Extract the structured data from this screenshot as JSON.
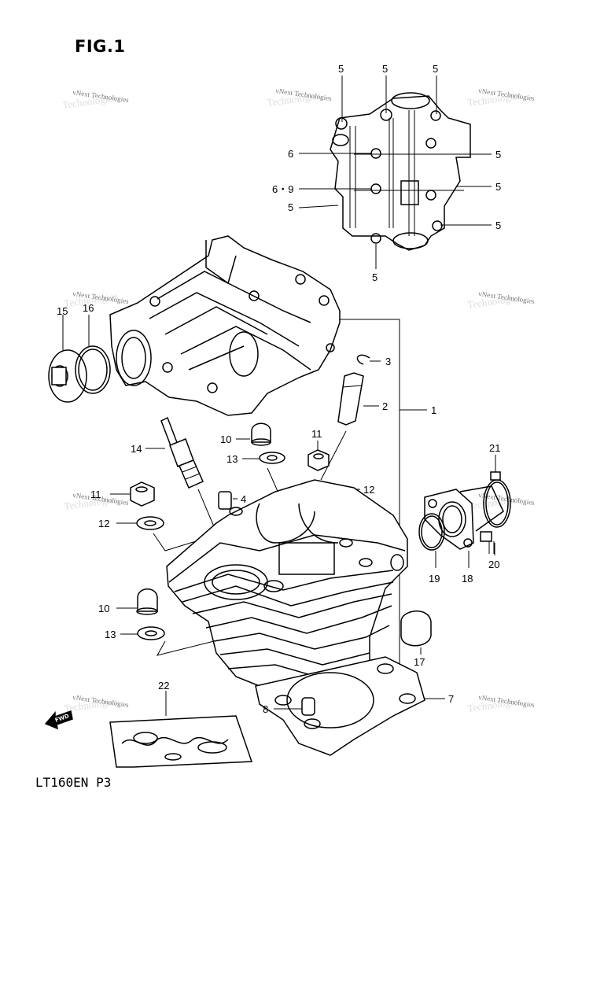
{
  "figure": {
    "title": "FIG.1",
    "model_code": "LT160EN P3"
  },
  "watermark": {
    "text": "vNext Technologies",
    "text2": "Technologies"
  },
  "callouts": {
    "c1": "1",
    "c2": "2",
    "c3": "3",
    "c4": "4",
    "c5a": "5",
    "c5b": "5",
    "c5c": "5",
    "c5d": "5",
    "c5e": "5",
    "c5f": "5",
    "c5g": "5",
    "c5h": "5",
    "c6": "6",
    "c69": "6・9",
    "c7": "7",
    "c8": "8",
    "c10a": "10",
    "c10b": "10",
    "c11a": "11",
    "c11b": "11",
    "c12a": "12",
    "c12b": "12",
    "c13a": "13",
    "c13b": "13",
    "c14": "14",
    "c15": "15",
    "c16": "16",
    "c17": "17",
    "c18": "18",
    "c19": "19",
    "c20": "20",
    "c21": "21",
    "c22": "22"
  },
  "fwd_label": "FWD"
}
